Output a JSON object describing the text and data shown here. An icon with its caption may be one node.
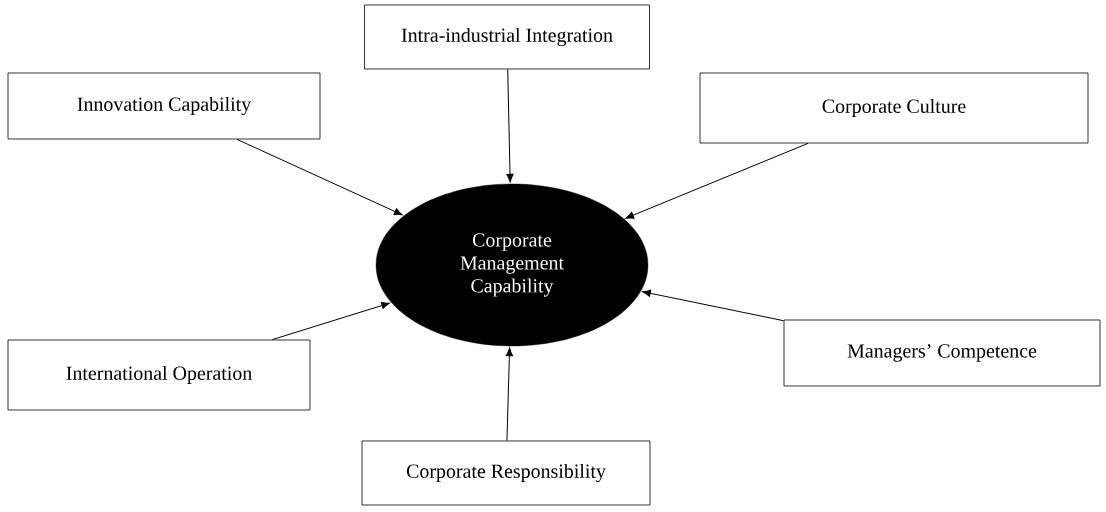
{
  "diagram": {
    "nodes": [
      {
        "text": [
          "Corporate Management Capability"
        ]
      },
      {
        "text": [
          "Intra-industrial Integration"
        ]
      },
      {
        "text": [
          "Innovation Capability"
        ]
      },
      {
        "text": [
          "Corporate Culture"
        ]
      },
      {
        "text": [
          "International Operation"
        ]
      },
      {
        "text": [
          "Managers’ Competence"
        ]
      },
      {
        "text": [
          "Corporate Responsibility"
        ]
      }
    ],
    "edges": [
      {
        "from": 1,
        "to": 0,
        "arrow": "to"
      },
      {
        "from": 2,
        "to": 0,
        "arrow": "to"
      },
      {
        "from": 3,
        "to": 0,
        "arrow": "to"
      },
      {
        "from": 4,
        "to": 0,
        "arrow": "to"
      },
      {
        "from": 5,
        "to": 0,
        "arrow": "to"
      },
      {
        "from": 6,
        "to": 0,
        "arrow": "to"
      }
    ]
  }
}
